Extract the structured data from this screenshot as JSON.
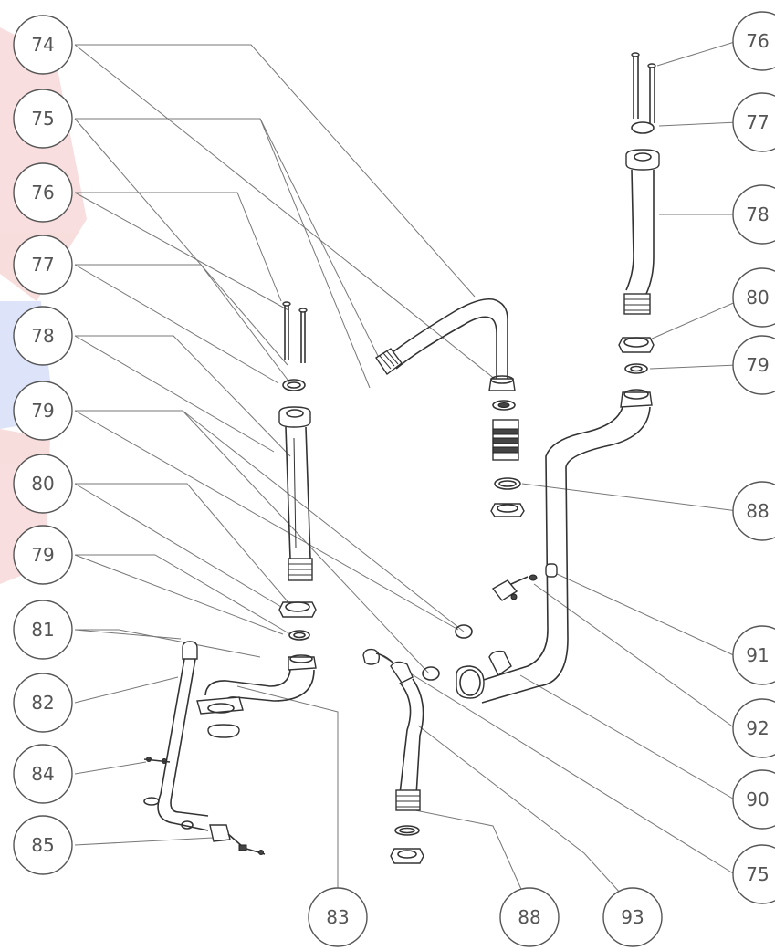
{
  "diagram": {
    "type": "exploded-parts-view",
    "callouts": [
      {
        "id": "c-74",
        "label": "74"
      },
      {
        "id": "c-75a",
        "label": "75"
      },
      {
        "id": "c-76a",
        "label": "76"
      },
      {
        "id": "c-77a",
        "label": "77"
      },
      {
        "id": "c-78a",
        "label": "78"
      },
      {
        "id": "c-79a",
        "label": "79"
      },
      {
        "id": "c-80a",
        "label": "80"
      },
      {
        "id": "c-79b",
        "label": "79"
      },
      {
        "id": "c-81",
        "label": "81"
      },
      {
        "id": "c-82",
        "label": "82"
      },
      {
        "id": "c-84",
        "label": "84"
      },
      {
        "id": "c-85",
        "label": "85"
      },
      {
        "id": "c-83",
        "label": "83"
      },
      {
        "id": "c-88a",
        "label": "88"
      },
      {
        "id": "c-93",
        "label": "93"
      },
      {
        "id": "c-76b",
        "label": "76"
      },
      {
        "id": "c-77b",
        "label": "77"
      },
      {
        "id": "c-78b",
        "label": "78"
      },
      {
        "id": "c-80b",
        "label": "80"
      },
      {
        "id": "c-79c",
        "label": "79"
      },
      {
        "id": "c-88b",
        "label": "88"
      },
      {
        "id": "c-91",
        "label": "91"
      },
      {
        "id": "c-92",
        "label": "92"
      },
      {
        "id": "c-90",
        "label": "90"
      },
      {
        "id": "c-75b",
        "label": "75"
      }
    ],
    "colors": {
      "line": "#333333",
      "leader": "#777777",
      "balloon_text": "#555555",
      "watermark_red": "#d94a4a",
      "watermark_blue": "#4a6ad9"
    }
  }
}
